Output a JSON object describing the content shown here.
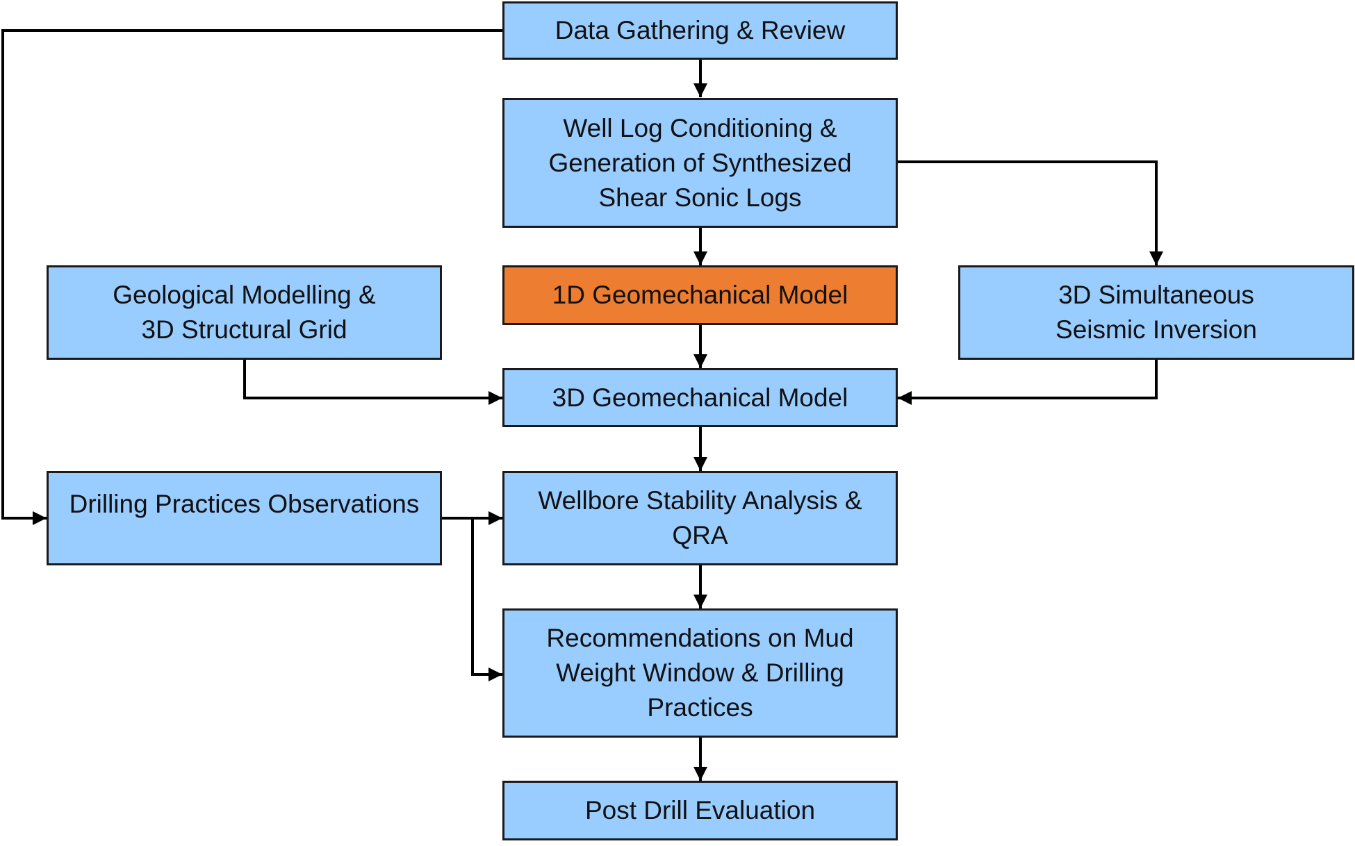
{
  "colors": {
    "box_fill": "#99ccff",
    "highlight_fill": "#ed7d31",
    "border": "#1a1a1a",
    "connector": "#000000"
  },
  "nodes": {
    "data_gathering": "Data Gathering & Review",
    "well_log": "Well Log Conditioning &\nGeneration of Synthesized\nShear Sonic Logs",
    "geological_modelling": "Geological Modelling &\n3D Structural Grid",
    "model_1d": "1D Geomechanical Model",
    "seismic_inversion": "3D Simultaneous\nSeismic Inversion",
    "model_3d": "3D Geomechanical Model",
    "drilling_observations": "Drilling Practices Observations",
    "wellbore_stability": "Wellbore Stability Analysis &\nQRA",
    "recommendations": "Recommendations on Mud\nWeight Window & Drilling\nPractices",
    "post_drill": "Post Drill Evaluation"
  },
  "edges": [
    [
      "data_gathering",
      "well_log"
    ],
    [
      "data_gathering",
      "drilling_observations"
    ],
    [
      "well_log",
      "model_1d"
    ],
    [
      "well_log",
      "seismic_inversion"
    ],
    [
      "model_1d",
      "model_3d"
    ],
    [
      "geological_modelling",
      "model_3d"
    ],
    [
      "seismic_inversion",
      "model_3d"
    ],
    [
      "model_3d",
      "wellbore_stability"
    ],
    [
      "drilling_observations",
      "wellbore_stability"
    ],
    [
      "drilling_observations",
      "recommendations"
    ],
    [
      "wellbore_stability",
      "recommendations"
    ],
    [
      "recommendations",
      "post_drill"
    ]
  ]
}
